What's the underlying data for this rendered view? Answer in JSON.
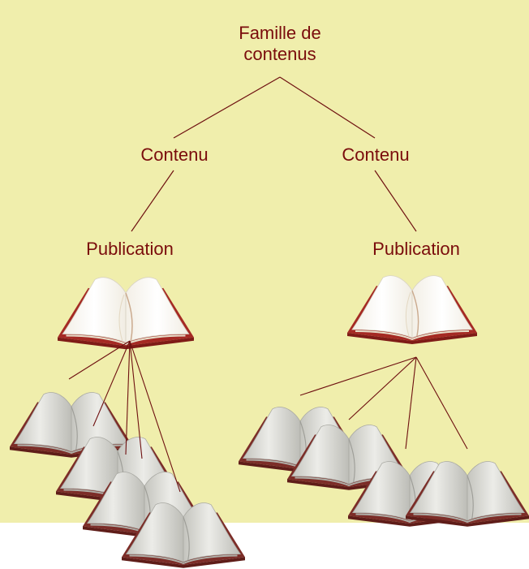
{
  "diagram": {
    "root": {
      "line1": "Famille de",
      "line2": "contenus"
    },
    "left": {
      "content_label": "Contenu",
      "publication_label": "Publication",
      "copies": 4
    },
    "right": {
      "content_label": "Contenu",
      "publication_label": "Publication",
      "copies": 4
    }
  },
  "colors": {
    "background": "#f0eeac",
    "text": "#7a0c0c",
    "connector": "#6e1010",
    "book_cover": "#b3332c",
    "book_page": "#fbf8f0",
    "copy_page": "#d4d4cf"
  },
  "icons": {
    "publication": "open-book-icon",
    "copy": "grey-open-book-icon"
  }
}
